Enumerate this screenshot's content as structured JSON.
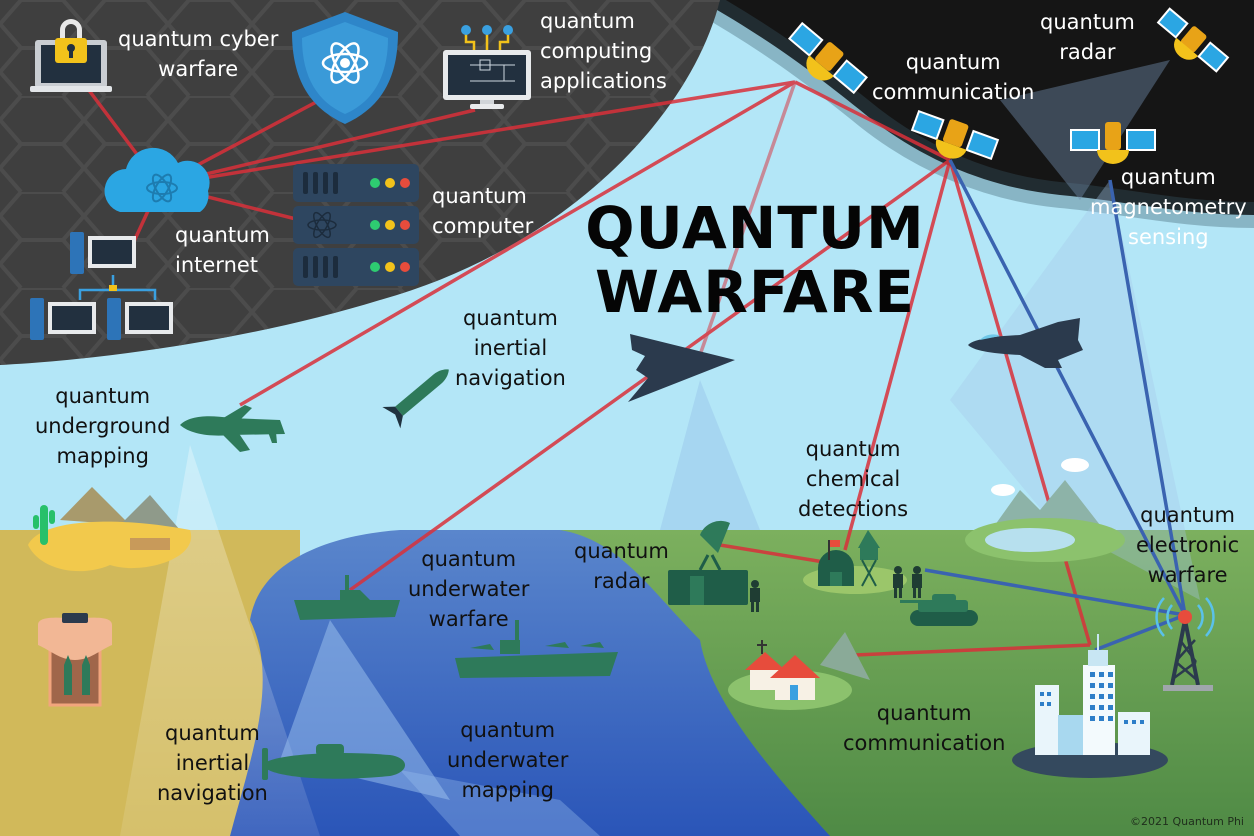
{
  "title": {
    "line1": "QUANTUM",
    "line2": "WARFARE"
  },
  "labels": {
    "cyber_warfare": [
      "quantum cyber",
      "warfare"
    ],
    "computing_applications": [
      "quantum",
      "computing",
      "applications"
    ],
    "quantum_internet": [
      "quantum",
      "internet"
    ],
    "quantum_computer": [
      "quantum",
      "computer"
    ],
    "space_communication": [
      "quantum",
      "communication"
    ],
    "space_radar": [
      "quantum",
      "radar"
    ],
    "magnetometry": [
      "quantum",
      "magnetometry",
      "sensing"
    ],
    "air_inertial_navigation": [
      "quantum",
      "inertial",
      "navigation"
    ],
    "underground_mapping": [
      "quantum",
      "underground",
      "mapping"
    ],
    "chemical_detections": [
      "quantum",
      "chemical",
      "detections"
    ],
    "ground_radar": [
      "quantum",
      "radar"
    ],
    "underwater_warfare": [
      "quantum",
      "underwater",
      "warfare"
    ],
    "electronic_warfare": [
      "quantum",
      "electronic",
      "warfare"
    ],
    "ground_communication": [
      "quantum",
      "communication"
    ],
    "sea_inertial_navigation": [
      "quantum",
      "inertial",
      "navigation"
    ],
    "underwater_mapping": [
      "quantum",
      "underwater",
      "mapping"
    ]
  },
  "icons": [
    "laptop-lock-icon",
    "shield-atom-icon",
    "quantum-circuit-monitor-icon",
    "atom-cloud-icon",
    "server-rack-icon",
    "computer-network-icon",
    "satellite-icon",
    "drone-icon",
    "missile-icon",
    "stealth-bomber-icon",
    "fighter-jet-icon",
    "radar-dish-icon",
    "military-base-icon",
    "soldier-icon",
    "tank-icon",
    "village-icon",
    "city-buildings-icon",
    "radio-tower-icon",
    "warship-icon",
    "aircraft-carrier-icon",
    "submarine-icon",
    "underground-silo-icon",
    "desert-icon",
    "mountain-lake-icon"
  ],
  "colors": {
    "cyber_bg": "#404040",
    "space_bg": "#141414",
    "sky": "#b3e6f7",
    "desert": "#d4bb5c",
    "sea": "#3f6fc4",
    "land": "#76a85a",
    "link_red": "#d9303a",
    "link_blue": "#3a63b0",
    "vehicle_green": "#2e7a5a",
    "dark_navy": "#2b3a4d"
  },
  "copyright": "©2021 Quantum Phi"
}
